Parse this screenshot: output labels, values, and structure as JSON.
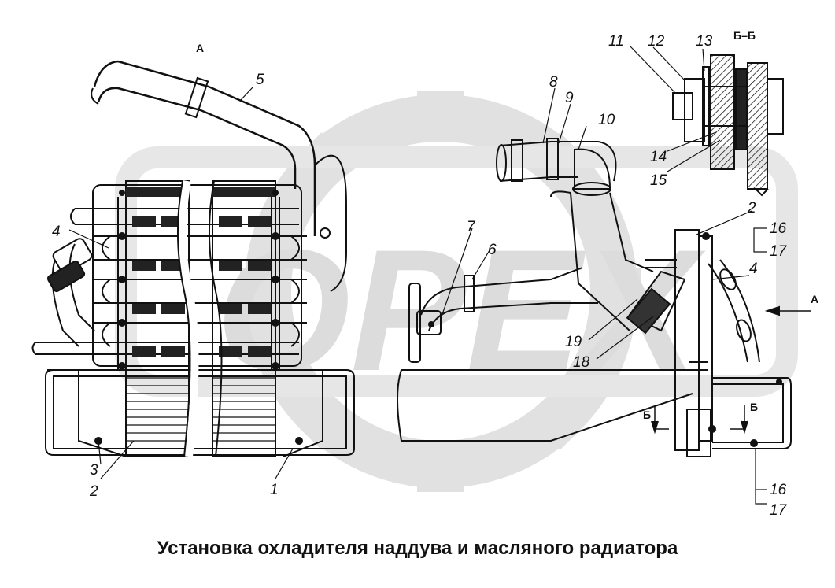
{
  "caption": "Установка охладителя наддува и масляного радиатора",
  "watermark": {
    "text": "OPEX",
    "color": "#d8d8d8"
  },
  "view_labels": {
    "a_top": "А",
    "a_right": "А",
    "section": "Б–Б",
    "b_left": "Б",
    "b_right": "Б"
  },
  "callouts": {
    "c1": "1",
    "c2a": "2",
    "c2b": "2",
    "c3": "3",
    "c4a": "4",
    "c4b": "4",
    "c5": "5",
    "c6": "6",
    "c7": "7",
    "c8": "8",
    "c9": "9",
    "c10": "10",
    "c11": "11",
    "c12": "12",
    "c13": "13",
    "c14": "14",
    "c15": "15",
    "c16a": "16",
    "c17a": "17",
    "c16b": "16",
    "c17b": "17",
    "c18": "18",
    "c19": "19"
  }
}
